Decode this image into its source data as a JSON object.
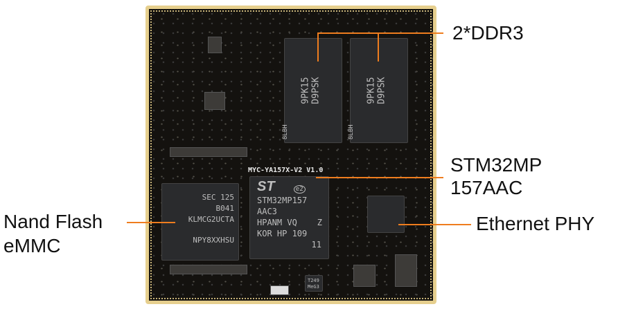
{
  "labels": {
    "ddr": "2*DDR3",
    "soc_line1": "STM32MP",
    "soc_line2": "157AAC",
    "phy": "Ethernet PHY",
    "nand_line1": "Nand Flash",
    "nand_line2": "eMMC"
  },
  "board": {
    "silkscreen": "MYC-YA157X-V2 V1.0",
    "ddr_chip": {
      "line1": "9PK15",
      "line2": "D9PSK",
      "code": "8LBH"
    },
    "soc_chip": {
      "logo": "ST",
      "mark": "e2",
      "lines": [
        "STM32MP157",
        "AAC3",
        "HPANM VQ    Z",
        "KOR HP 109",
        "11"
      ]
    },
    "emmc_chip": {
      "lines": [
        "SEC 125",
        "B041",
        "KLMCG2UCTA",
        "NPY8XXHSU"
      ]
    },
    "small_chip": {
      "lines": [
        "T249",
        "MeG3"
      ]
    }
  },
  "colors": {
    "leader": "#ef7d1e",
    "gold": "#e6cf8e",
    "pcb": "#14120f"
  }
}
